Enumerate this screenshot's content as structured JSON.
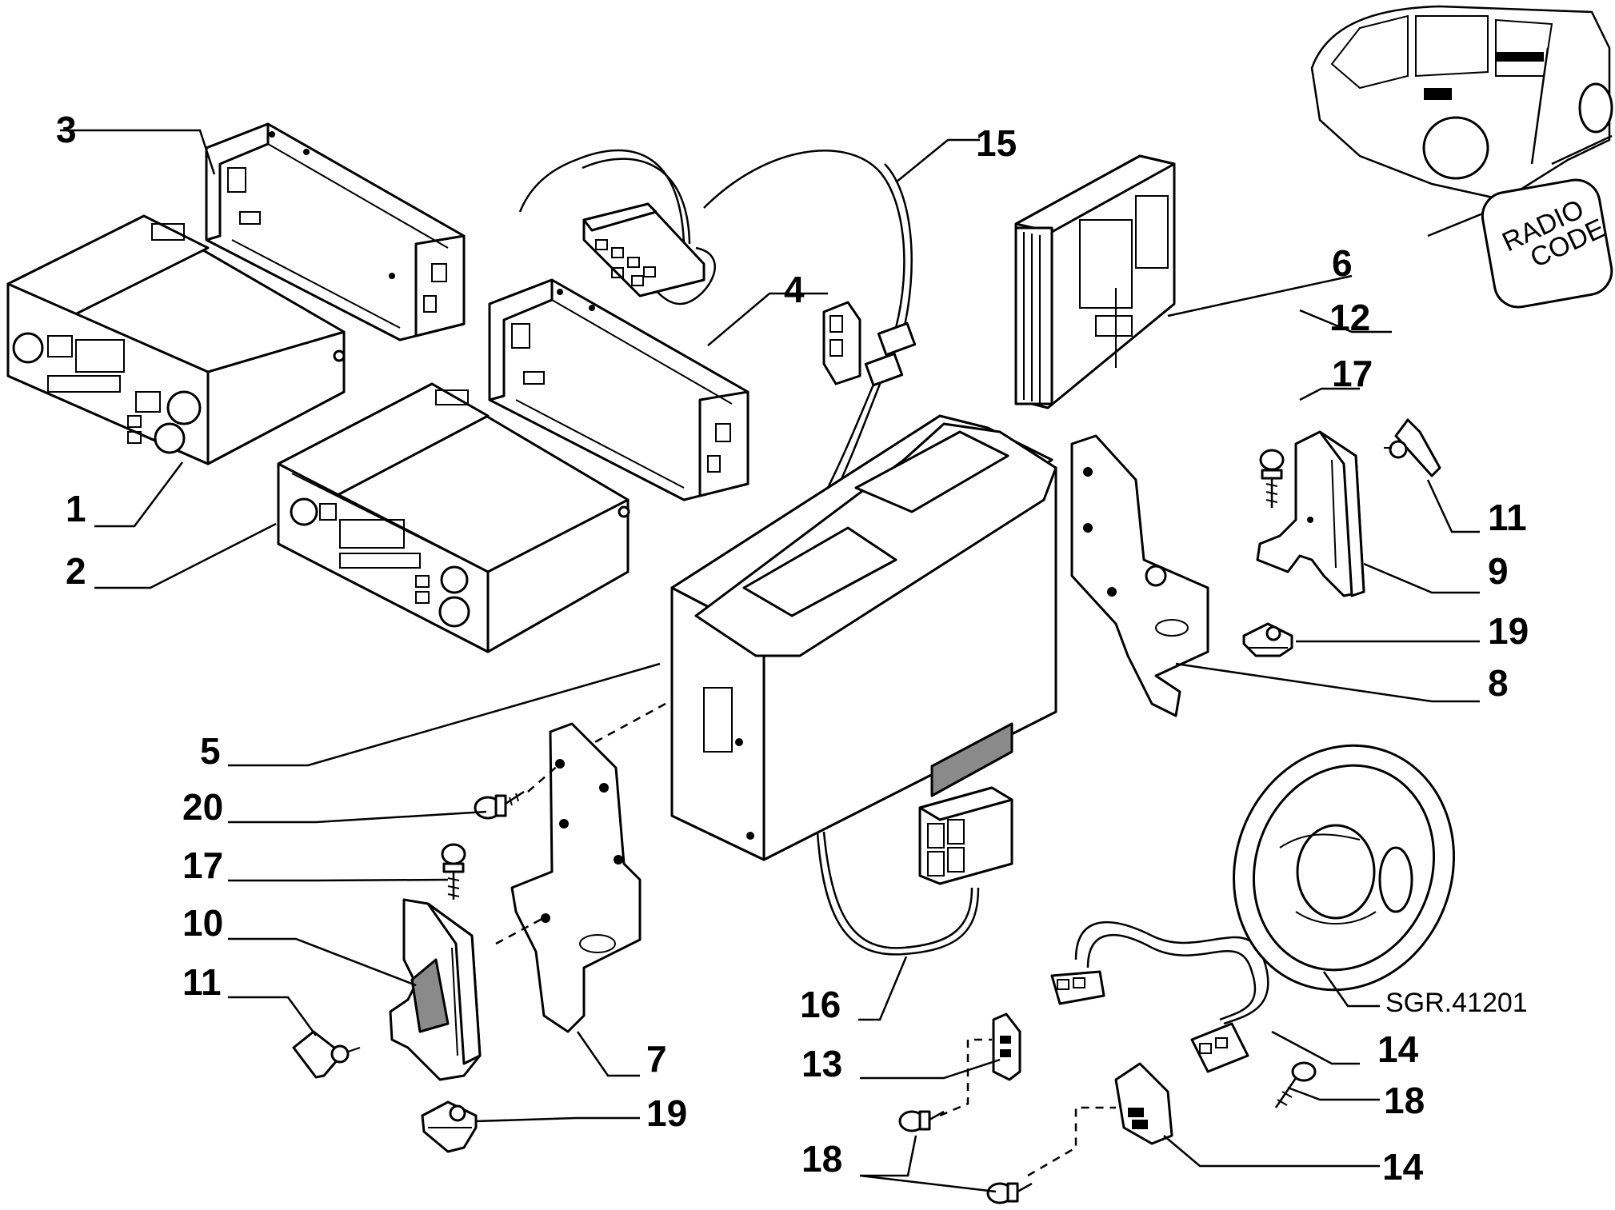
{
  "diagram": {
    "reference_code": "SGR.41201",
    "radio_code_label": "RADIO\nCODE",
    "callouts": [
      {
        "id": "c1",
        "label": "1"
      },
      {
        "id": "c2",
        "label": "2"
      },
      {
        "id": "c3",
        "label": "3"
      },
      {
        "id": "c4",
        "label": "4"
      },
      {
        "id": "c5",
        "label": "5"
      },
      {
        "id": "c6",
        "label": "6"
      },
      {
        "id": "c7",
        "label": "7"
      },
      {
        "id": "c8",
        "label": "8"
      },
      {
        "id": "c9",
        "label": "9"
      },
      {
        "id": "c10",
        "label": "10"
      },
      {
        "id": "c11a",
        "label": "11"
      },
      {
        "id": "c11b",
        "label": "11"
      },
      {
        "id": "c12",
        "label": "12"
      },
      {
        "id": "c13",
        "label": "13"
      },
      {
        "id": "c14a",
        "label": "14"
      },
      {
        "id": "c14b",
        "label": "14"
      },
      {
        "id": "c15",
        "label": "15"
      },
      {
        "id": "c16",
        "label": "16"
      },
      {
        "id": "c17a",
        "label": "17"
      },
      {
        "id": "c17b",
        "label": "17"
      },
      {
        "id": "c18a",
        "label": "18"
      },
      {
        "id": "c18b",
        "label": "18"
      },
      {
        "id": "c19a",
        "label": "19"
      },
      {
        "id": "c19b",
        "label": "19"
      },
      {
        "id": "c20",
        "label": "20"
      }
    ]
  }
}
